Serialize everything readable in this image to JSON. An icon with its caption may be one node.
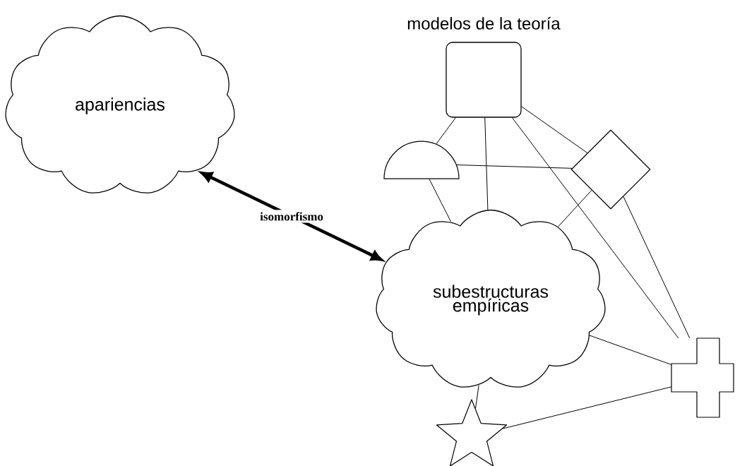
{
  "diagram": {
    "nodes": [
      {
        "text": [
          "apariencias"
        ]
      },
      {
        "text": [
          "subestructuras empíricas"
        ]
      },
      {
        "text": [
          "modelos de la teoría"
        ]
      },
      {
        "text": [],
        "shape": "semicircle"
      },
      {
        "text": [],
        "shape": "diamond"
      },
      {
        "text": [],
        "shape": "cross"
      },
      {
        "text": [],
        "shape": "star"
      }
    ],
    "edges": [
      {
        "from": 0,
        "to": 1,
        "arrow": "both",
        "label": "isomorfismo",
        "style": "thick"
      },
      {
        "from": 2,
        "to": 3,
        "arrow": "none"
      },
      {
        "from": 2,
        "to": 1,
        "arrow": "none"
      },
      {
        "from": 2,
        "to": 4,
        "arrow": "none"
      },
      {
        "from": 2,
        "to": 5,
        "arrow": "none"
      },
      {
        "from": 3,
        "to": 4,
        "arrow": "none"
      },
      {
        "from": 3,
        "to": 1,
        "arrow": "none"
      },
      {
        "from": 4,
        "to": 1,
        "arrow": "none"
      },
      {
        "from": 4,
        "to": 5,
        "arrow": "none"
      },
      {
        "from": 1,
        "to": 5,
        "arrow": "none"
      },
      {
        "from": 1,
        "to": 6,
        "arrow": "none"
      },
      {
        "from": 6,
        "to": 5,
        "arrow": "none"
      }
    ]
  }
}
